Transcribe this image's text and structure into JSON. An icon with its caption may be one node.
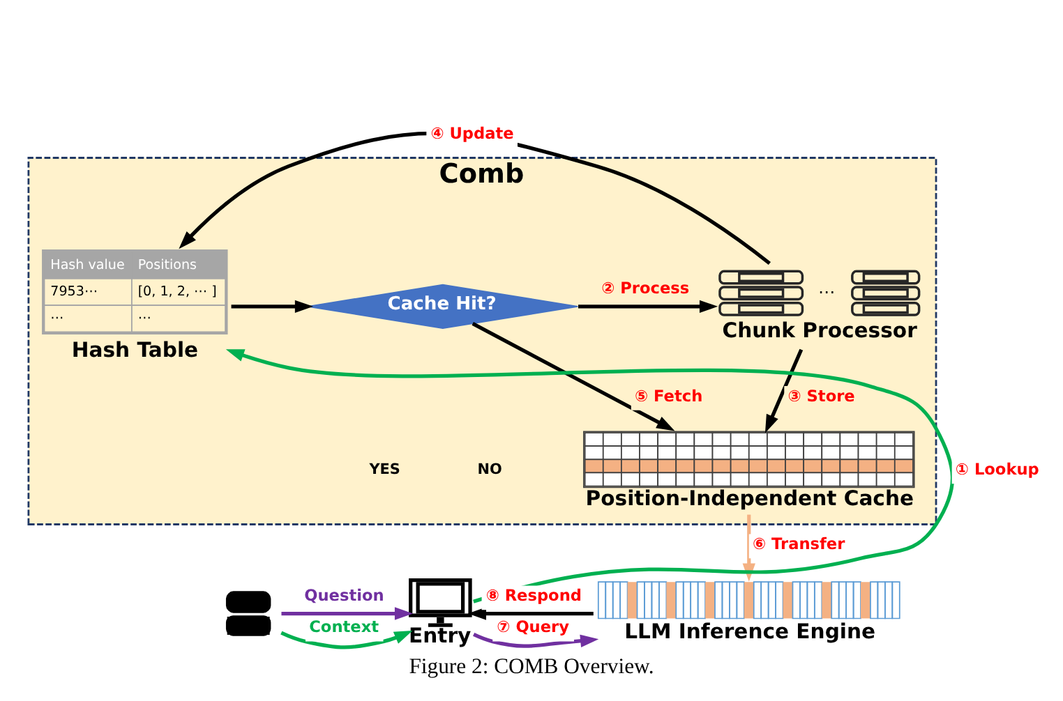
{
  "diagram": {
    "caption": "Figure 2: COMB Overview.",
    "nodes": [
      {
        "text": [
          "Comb"
        ]
      },
      {
        "text": [
          "Hash value",
          "Positions",
          "7953⋯",
          "[0, 1, 2, ⋯ ]",
          "⋯",
          "⋯",
          "Hash Table"
        ],
        "in": 0
      },
      {
        "text": [
          "Cache Hit?"
        ],
        "in": 0
      },
      {
        "text": [
          "⋯",
          "Chunk Processor"
        ],
        "in": 0
      },
      {
        "text": [
          "Position-Independent Cache"
        ],
        "in": 0
      },
      {
        "text": [],
        "shape": "person"
      },
      {
        "text": [
          "Entry"
        ]
      },
      {
        "text": [
          "LLM Inference Engine"
        ]
      }
    ],
    "edges": [
      {
        "from": 1,
        "to": 2,
        "arrow": "to"
      },
      {
        "from": 2,
        "to": 3,
        "arrow": "to",
        "label": "② Process"
      },
      {
        "from": 3,
        "to": 4,
        "arrow": "to",
        "label": "③ Store"
      },
      {
        "from": 3,
        "to": 1,
        "arrow": "to",
        "label": "④ Update"
      },
      {
        "from": 2,
        "to": 4,
        "arrow": "to",
        "label": "⑤ Fetch"
      },
      {
        "from": 6,
        "to": 1,
        "arrow": "to",
        "label": "① Lookup",
        "color": "#00b050"
      },
      {
        "from": 5,
        "to": 6,
        "arrow": "to",
        "label": "Context",
        "color": "#00b050"
      },
      {
        "from": 5,
        "to": 6,
        "arrow": "to",
        "label": "Question",
        "color": "#7030a0"
      },
      {
        "from": 4,
        "to": 7,
        "arrow": "to",
        "label": "⑥ Transfer",
        "color": "#f4b183"
      },
      {
        "from": 6,
        "to": 7,
        "arrow": "to",
        "label": "⑦ Query",
        "color": "#7030a0"
      },
      {
        "from": 7,
        "to": 6,
        "arrow": "to",
        "label": "⑧ Respond"
      }
    ],
    "labels": [
      "NO",
      "YES"
    ]
  }
}
